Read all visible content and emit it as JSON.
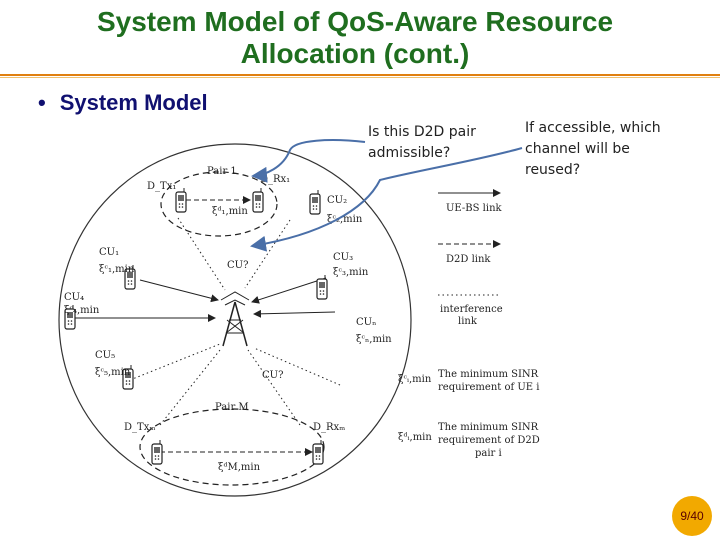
{
  "slide": {
    "title_line1": "System Model of QoS-Aware Resource",
    "title_line2": "Allocation (cont.)",
    "bullet": "System Model",
    "note_left": "Is this D2D pair\nadmissible?",
    "note_right": "If accessible, which\nchannel will be\nreused?",
    "page": "9/40"
  },
  "diagram": {
    "pair1_label": "Pair 1",
    "pairM_label": "Pair M",
    "d_tx1": "D_Tx₁",
    "d_rx1": "D_Rx₁",
    "d_txm": "D_Txₘ",
    "d_rxm": "D_Rxₘ",
    "cu_q1": "CU?",
    "cu_q2": "CU?",
    "cu1": "CU₁",
    "cu2": "CU₂",
    "cu3": "CU₃",
    "cu4": "CU₄",
    "cu5": "CU₅",
    "cun": "CUₙ",
    "xi_d1": "ξᵈ₁,min",
    "xi_c2": "ξᶜ₂,min",
    "xi_c1": "ξᶜ₁,min",
    "xi_c3": "ξᶜ₃,min",
    "xi_c4": "ξᶜ₄,min",
    "xi_c5": "ξᶜ₅,min",
    "xi_cn": "ξᶜₙ,min",
    "xi_dm": "ξᵈM,min",
    "legend": {
      "ue_bs": "UE-BS link",
      "d2d": "D2D link",
      "interference_1": "interference",
      "interference_2": "link",
      "xi_c": "ξᶜᵢ,min",
      "sinr_ue_1": "The minimum SINR",
      "sinr_ue_2": "requirement of UE i",
      "xi_d": "ξᵈᵢ,min",
      "sinr_d2d_1": "The minimum SINR",
      "sinr_d2d_2": "requirement of D2D",
      "sinr_d2d_3": "pair i"
    }
  },
  "colors": {
    "title": "#1f6e1f",
    "rule": "#e08010",
    "bullet": "#101070",
    "arrow": "#4a6fa8",
    "badge": "#f2a900"
  }
}
